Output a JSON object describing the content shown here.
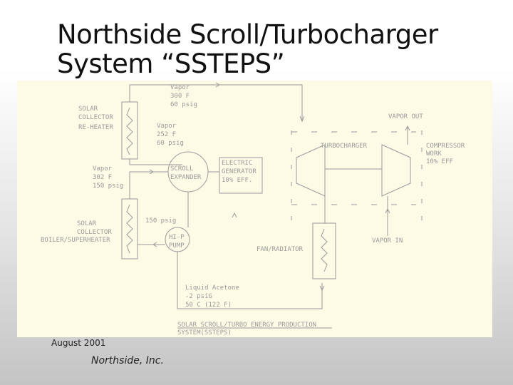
{
  "title": {
    "line1": "Northside Scroll/Turbocharger",
    "line2": "System “SSTEPS”"
  },
  "diagram": {
    "labels": {
      "vapor_top": [
        "Vapor",
        "300 F",
        "60 psig"
      ],
      "solar_reheater": [
        "SOLAR",
        "COLLECTOR",
        "RE-HEATER"
      ],
      "vapor_mid": [
        "Vapor",
        "252 F",
        "60 psig"
      ],
      "vapor_out": "VAPOR OUT",
      "turbocharger": "TURBOCHARGER",
      "compressor": [
        "COMPRESSOR",
        "WORK",
        "10% EFF"
      ],
      "electric_generator": [
        "ELECTRIC",
        "GENERATOR",
        "10% EFF."
      ],
      "scroll_expander": [
        "SCROLL",
        "EXPANDER"
      ],
      "vapor_left": [
        "Vapor",
        "302 F",
        "150 psig"
      ],
      "pressure_150": "150 psig",
      "solar_boiler": [
        "SOLAR",
        "COLLECTOR",
        "BOILER/SUPERHEATER"
      ],
      "pump": [
        "HI-P",
        "PUMP"
      ],
      "fan_radiator": "FAN/RADIATOR",
      "vapor_in": "VAPOR IN",
      "liquid": [
        "Liquid Acetone",
        "-2 psiG",
        "50 C (122 F)"
      ],
      "caption": [
        "SOLAR SCROLL/TURBO ENERGY PRODUCTION",
        "SYSTEM(SSTEPS)"
      ]
    }
  },
  "footer": {
    "date": "August 2001",
    "company": "Northside, Inc."
  }
}
